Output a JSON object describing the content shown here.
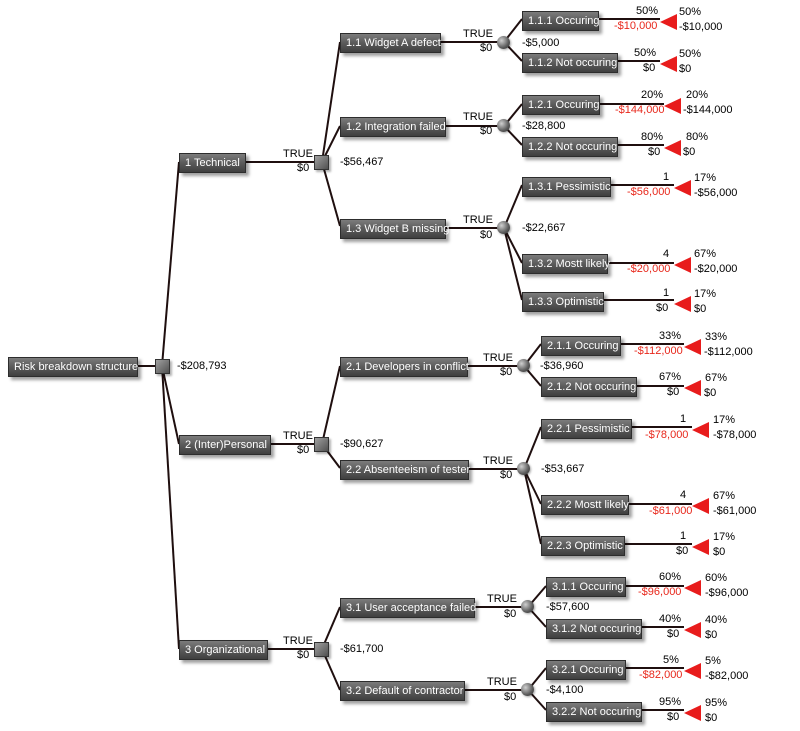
{
  "root": {
    "label": "Risk breakdown structure",
    "value": "-$208,793"
  },
  "level1": [
    {
      "label": "1  Technical",
      "branch": "TRUE",
      "branch_value": "$0",
      "value": "-$56,467"
    },
    {
      "label": "2  (Inter)Personal",
      "branch": "TRUE",
      "branch_value": "$0",
      "value": "-$90,627"
    },
    {
      "label": "3  Organizational",
      "branch": "TRUE",
      "branch_value": "$0",
      "value": "-$61,700"
    }
  ],
  "level2": [
    {
      "label": "1.1  Widget A defect",
      "branch": "TRUE",
      "branch_value": "$0",
      "value": "-$5,000"
    },
    {
      "label": "1.2  Integration failed",
      "branch": "TRUE",
      "branch_value": "$0",
      "value": "-$28,800"
    },
    {
      "label": "1.3  Widget B missing",
      "branch": "TRUE",
      "branch_value": "$0",
      "value": "-$22,667"
    },
    {
      "label": "2.1  Developers in conflict",
      "branch": "TRUE",
      "branch_value": "$0",
      "value": "-$36,960"
    },
    {
      "label": "2.2  Absenteeism of tester",
      "branch": "TRUE",
      "branch_value": "$0",
      "value": "-$53,667"
    },
    {
      "label": "3.1  User acceptance failed",
      "branch": "TRUE",
      "branch_value": "$0",
      "value": "-$57,600"
    },
    {
      "label": "3.2  Default of contractor",
      "branch": "TRUE",
      "branch_value": "$0",
      "value": "-$4,100"
    }
  ],
  "leaves": [
    {
      "label": "1.1.1  Occuring",
      "weight": "50%",
      "cost": "-$10,000",
      "prob": "50%",
      "payoff": "-$10,000"
    },
    {
      "label": "1.1.2  Not occuring",
      "weight": "50%",
      "cost": "$0",
      "prob": "50%",
      "payoff": "$0"
    },
    {
      "label": "1.2.1  Occuring",
      "weight": "20%",
      "cost": "-$144,000",
      "prob": "20%",
      "payoff": "-$144,000"
    },
    {
      "label": "1.2.2  Not occuring",
      "weight": "80%",
      "cost": "$0",
      "prob": "80%",
      "payoff": "$0"
    },
    {
      "label": "1.3.1  Pessimistic",
      "weight": "1",
      "cost": "-$56,000",
      "prob": "17%",
      "payoff": "-$56,000"
    },
    {
      "label": "1.3.2  Mostt likely",
      "weight": "4",
      "cost": "-$20,000",
      "prob": "67%",
      "payoff": "-$20,000"
    },
    {
      "label": "1.3.3  Optimistic",
      "weight": "1",
      "cost": "$0",
      "prob": "17%",
      "payoff": "$0"
    },
    {
      "label": "2.1.1  Occuring",
      "weight": "33%",
      "cost": "-$112,000",
      "prob": "33%",
      "payoff": "-$112,000"
    },
    {
      "label": "2.1.2  Not occuring",
      "weight": "67%",
      "cost": "$0",
      "prob": "67%",
      "payoff": "$0"
    },
    {
      "label": "2.2.1  Pessimistic",
      "weight": "1",
      "cost": "-$78,000",
      "prob": "17%",
      "payoff": "-$78,000"
    },
    {
      "label": "2.2.2  Mostt likely",
      "weight": "4",
      "cost": "-$61,000",
      "prob": "67%",
      "payoff": "-$61,000"
    },
    {
      "label": "2.2.3  Optimistic",
      "weight": "1",
      "cost": "$0",
      "prob": "17%",
      "payoff": "$0"
    },
    {
      "label": "3.1.1  Occuring",
      "weight": "60%",
      "cost": "-$96,000",
      "prob": "60%",
      "payoff": "-$96,000"
    },
    {
      "label": "3.1.2  Not occuring",
      "weight": "40%",
      "cost": "$0",
      "prob": "40%",
      "payoff": "$0"
    },
    {
      "label": "3.2.1  Occuring",
      "weight": "5%",
      "cost": "-$82,000",
      "prob": "5%",
      "payoff": "-$82,000"
    },
    {
      "label": "3.2.2  Not occuring",
      "weight": "95%",
      "cost": "$0",
      "prob": "95%",
      "payoff": "$0"
    }
  ],
  "colors": {
    "node": "#5a5a5a",
    "edge": "#1f0f0f",
    "negative_cost": "#e8281c",
    "terminal": "#e81c1c"
  }
}
